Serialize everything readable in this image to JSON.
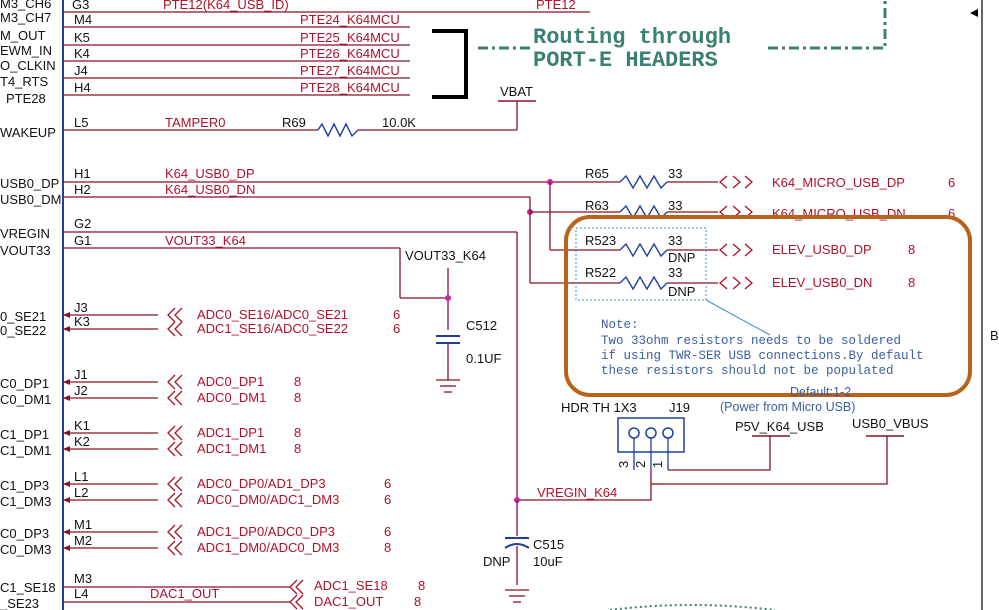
{
  "title_annotation": {
    "line1": "Routing through",
    "line2": "PORT-E HEADERS"
  },
  "left_signals": [
    {
      "label": "M3_CH7",
      "pin": "M4",
      "net": "PTE24_K64MCU"
    },
    {
      "label": "M_OUT",
      "pin": "K5",
      "net": "PTE25_K64MCU"
    },
    {
      "label": "EWM_IN",
      "pin": "K4",
      "net": "PTE26_K64MCU"
    },
    {
      "label": "O_CLKIN",
      "pin": "J4",
      "net": "PTE27_K64MCU"
    },
    {
      "label": "T4_RTS",
      "pin": "H4",
      "net": "PTE28_K64MCU"
    },
    {
      "label": "PTE28",
      "pin": "",
      "net": ""
    }
  ],
  "top_row": {
    "label": "M3_CH6",
    "pin": "G3",
    "net": "PTE12(K64_USB_ID)",
    "right_net": "PTE12"
  },
  "wakeup": {
    "label": "WAKEUP",
    "pin": "L5",
    "net": "TAMPER0",
    "res": "R69",
    "val": "10.0K",
    "supply": "VBAT"
  },
  "usb": {
    "dp_label": "USB0_DP",
    "dm_label": "USB0_DM",
    "dp_pin": "H1",
    "dm_pin": "H2",
    "dp_net": "K64_USB0_DP",
    "dm_net": "K64_USB0_DN",
    "r65": "R65",
    "r63": "R63",
    "r523": "R523",
    "r522": "R522",
    "rval": "33",
    "dnp": "DNP",
    "out1": "K64_MICRO_USB_DP",
    "out2": "K64_MICRO_USB_DN",
    "out3": "ELEV_USB0_DP",
    "out4": "ELEV_USB0_DN",
    "page6": "6",
    "page8": "8"
  },
  "vreg": {
    "vregin_label": "VREGIN",
    "vout_label": "VOUT33",
    "vregin_pin": "G2",
    "vout_pin": "G1",
    "vout_net": "VOUT33_K64",
    "vout_net_tag": "VOUT33_K64",
    "c512": "C512",
    "c512_val": "0.1UF",
    "c515": "C515",
    "c515_val": "10uF",
    "c515_dnp": "DNP",
    "vregin_net": "VREGIN_K64"
  },
  "note": {
    "l1": "Note:",
    "l2": "Two 33ohm resistors needs to be soldered",
    "l3": "if using TWR-SER USB connections.By default",
    "l4": "these resistors should not be populated"
  },
  "header": {
    "ref": "J19",
    "type": "HDR TH 1X3",
    "default": "Default:1-2",
    "power": "(Power from Micro USB)",
    "p5v": "P5V_K64_USB",
    "usb0_vbus": "USB0_VBUS",
    "pins": [
      "3",
      "2",
      "1"
    ]
  },
  "adc": [
    {
      "label": "0_SE21",
      "pin": "J3",
      "net": "ADC0_SE16/ADC0_SE21",
      "page": "6"
    },
    {
      "label": "0_SE22",
      "pin": "K3",
      "net": "ADC1_SE16/ADC0_SE22",
      "page": "6"
    },
    {
      "label": "C0_DP1",
      "pin": "J1",
      "net": "ADC0_DP1",
      "page": "8"
    },
    {
      "label": "C0_DM1",
      "pin": "J2",
      "net": "ADC0_DM1",
      "page": "8"
    },
    {
      "label": "C1_DP1",
      "pin": "K1",
      "net": "ADC1_DP1",
      "page": "8"
    },
    {
      "label": "C1_DM1",
      "pin": "K2",
      "net": "ADC1_DM1",
      "page": "8"
    },
    {
      "label": "C1_DP3",
      "pin": "L1",
      "net": "ADC0_DP0/AD1_DP3",
      "page": "6"
    },
    {
      "label": "C1_DM3",
      "pin": "L2",
      "net": "ADC0_DM0/ADC1_DM3",
      "page": "6"
    },
    {
      "label": "C0_DP3",
      "pin": "M1",
      "net": "ADC1_DP0/ADC0_DP3",
      "page": "6"
    },
    {
      "label": "C0_DM3",
      "pin": "M2",
      "net": "ADC1_DM0/ADC0_DM3",
      "page": "8"
    }
  ],
  "dac": [
    {
      "label": "C1_SE18",
      "pin": "M3",
      "net": "ADC1_SE18",
      "page": "8"
    },
    {
      "label": "_SE23",
      "pin": "L4",
      "net": "DAC1_OUT",
      "net2": "DAC1_OUT",
      "page": "8"
    }
  ],
  "edge_letter": "B"
}
